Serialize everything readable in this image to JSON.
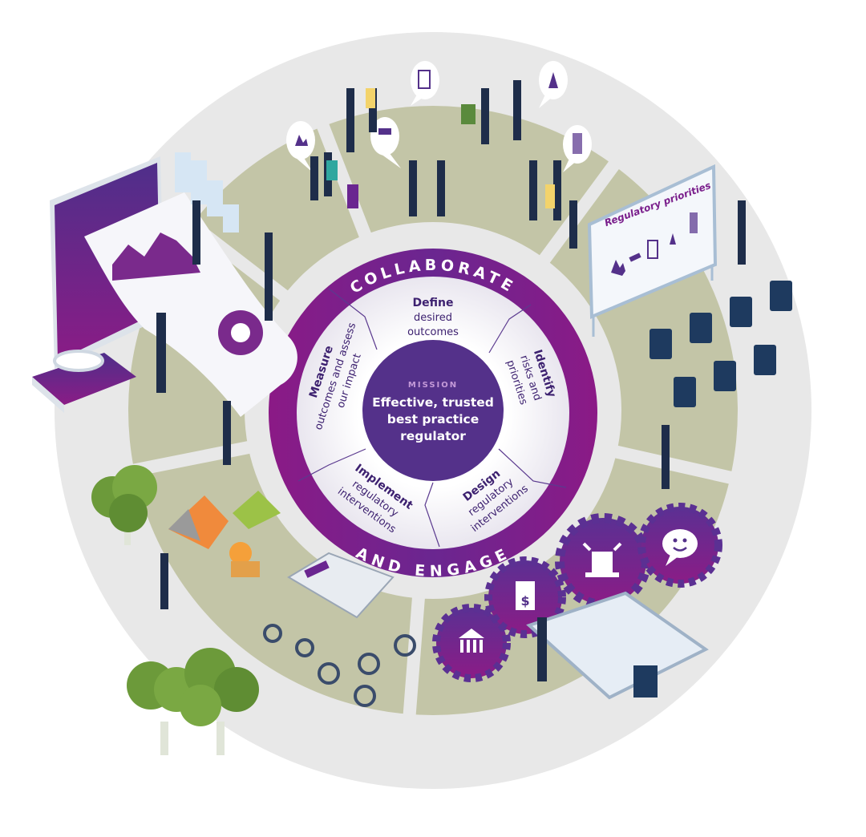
{
  "ring": {
    "top_label": "COLLABORATE",
    "bottom_label": "AND ENGAGE"
  },
  "mission": {
    "kicker": "MISSION",
    "line1": "Effective, trusted",
    "line2": "best practice",
    "line3": "regulator"
  },
  "segments": [
    {
      "title": "Define",
      "line1": "desired",
      "line2": "outcomes"
    },
    {
      "title": "Identify",
      "line1": "risks and",
      "line2": "priorities"
    },
    {
      "title": "Design",
      "line1": "regulatory",
      "line2": "interventions"
    },
    {
      "title": "Implement",
      "line1": "regulatory",
      "line2": "interventions"
    },
    {
      "title": "Measure",
      "line1": "outcomes and assess",
      "line2": "our impact"
    }
  ],
  "board": {
    "title": "Regulatory priorities",
    "icons": [
      "fire-icon",
      "chainsaw-icon",
      "caged-bird-icon",
      "plant-icon",
      "pattern-icon"
    ]
  },
  "gears": {
    "icons": [
      "bank-icon",
      "invoice-dollar-icon",
      "siren-icon",
      "smiley-speech-icon"
    ]
  },
  "colors": {
    "purple_dark": "#54318a",
    "purple_magenta": "#8a1a86",
    "olive": "#c3c5a7",
    "light_grey": "#e8e8e8",
    "white_segment": "#ffffff",
    "segment_text": "#3d2170"
  }
}
